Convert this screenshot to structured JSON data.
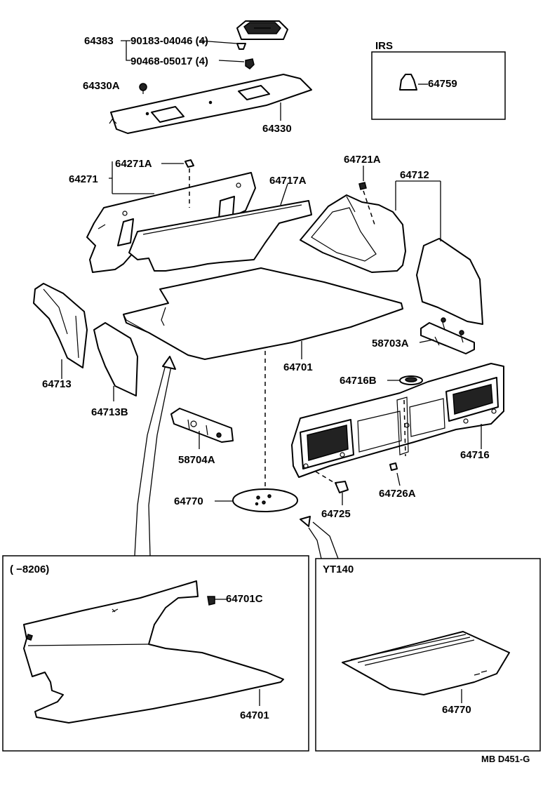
{
  "labels": {
    "p64383": "64383",
    "p90183": "90183-04046 (4)",
    "p90468": "90468-05017 (4)",
    "p64330A": "64330A",
    "p64330": "64330",
    "irs": "IRS",
    "p64759": "64759",
    "p64271A": "64271A",
    "p64271": "64271",
    "p64717A": "64717A",
    "p64721A": "64721A",
    "p64712": "64712",
    "p64713": "64713",
    "p64713B": "64713B",
    "p64701": "64701",
    "p58703A": "58703A",
    "p64716B": "64716B",
    "p58704A": "58704A",
    "p64716": "64716",
    "p64770": "64770",
    "p64725": "64725",
    "p64726A": "64726A",
    "inset1_title": "(        −8206)",
    "p64701C": "64701C",
    "inset1_p64701": "64701",
    "inset2_title": "YT140",
    "inset2_p64770": "64770",
    "ref_code": "MB D451-G"
  }
}
